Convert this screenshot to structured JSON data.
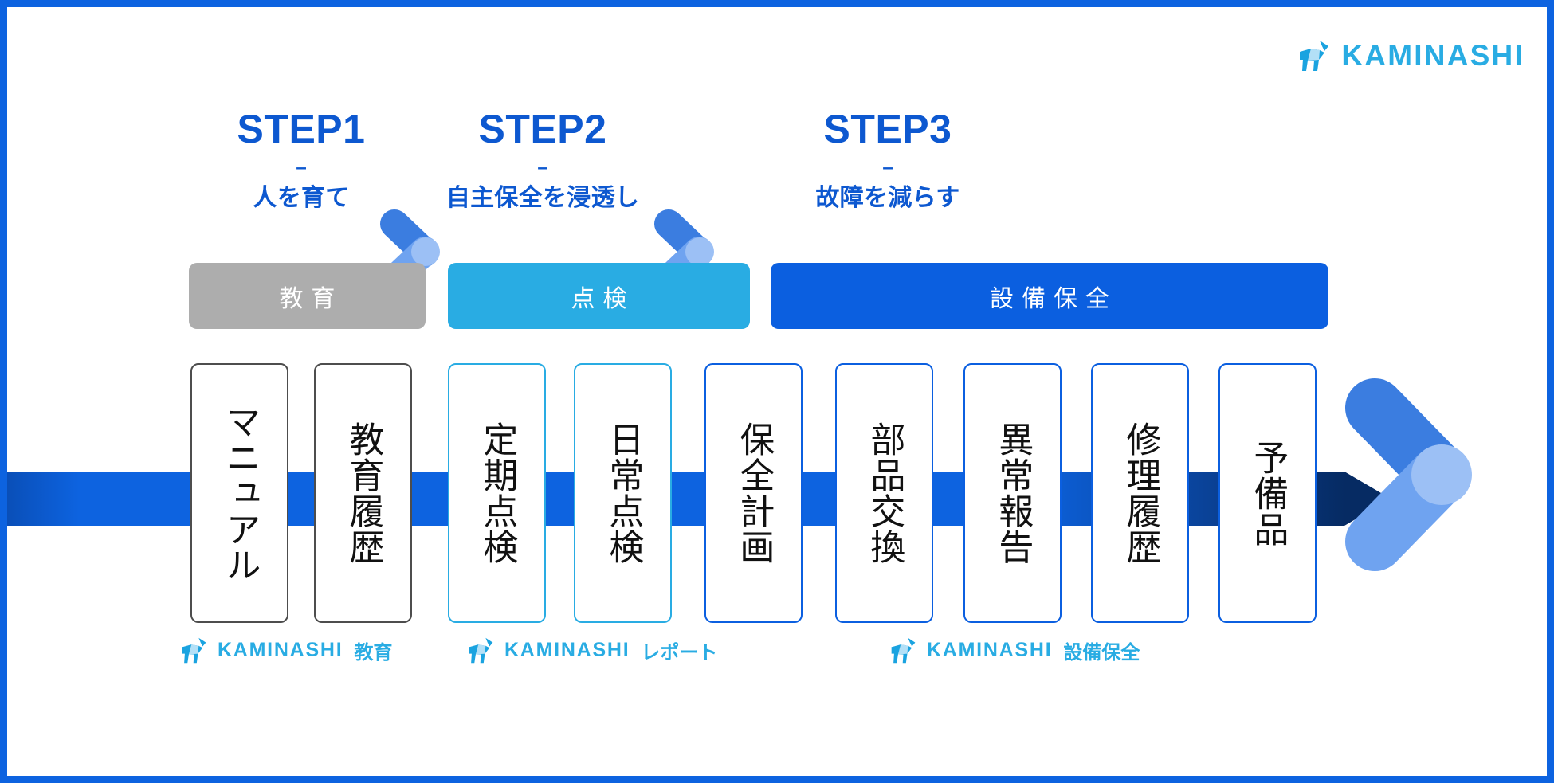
{
  "page": {
    "border_color": "#0d63e0",
    "background": "#ffffff"
  },
  "brand": {
    "name": "KAMINASHI",
    "icon": "goat-logo-icon",
    "color": "#29ace3"
  },
  "steps": [
    {
      "title": "STEP1",
      "dash": "–",
      "subtitle": "人を育て"
    },
    {
      "title": "STEP2",
      "dash": "–",
      "subtitle": "自主保全を浸透し"
    },
    {
      "title": "STEP3",
      "dash": "–",
      "subtitle": "故障を減らす"
    }
  ],
  "step_color": "#0d58d0",
  "chevrons": {
    "mini_dark": "#3b7de0",
    "mini_light": "#6fa3f0",
    "big_dark": "#3b7de0",
    "big_light": "#6fa3f0"
  },
  "categories": [
    {
      "label": "教育",
      "color": "#adadad"
    },
    {
      "label": "点検",
      "color": "#29ace3"
    },
    {
      "label": "設備保全",
      "color": "#0b5fe0"
    }
  ],
  "band": {
    "color_start": "#0d63e0",
    "color_end": "#062b63"
  },
  "cards": [
    {
      "label": "マニュアル",
      "group": "edu",
      "border": "#4d4d4d"
    },
    {
      "label": "教育履歴",
      "group": "edu",
      "border": "#4d4d4d"
    },
    {
      "label": "定期点検",
      "group": "insp",
      "border": "#29ace3"
    },
    {
      "label": "日常点検",
      "group": "insp",
      "border": "#29ace3"
    },
    {
      "label": "保全計画",
      "group": "maint",
      "border": "#0b5fe0"
    },
    {
      "label": "部品交換",
      "group": "maint",
      "border": "#0b5fe0"
    },
    {
      "label": "異常報告",
      "group": "maint",
      "border": "#0b5fe0"
    },
    {
      "label": "修理履歴",
      "group": "maint",
      "border": "#0b5fe0"
    },
    {
      "label": "予備品",
      "group": "maint",
      "border": "#0b5fe0"
    }
  ],
  "footer_logos": [
    {
      "name": "KAMINASHI",
      "suffix": "教育"
    },
    {
      "name": "KAMINASHI",
      "suffix": "レポート"
    },
    {
      "name": "KAMINASHI",
      "suffix": "設備保全"
    }
  ]
}
